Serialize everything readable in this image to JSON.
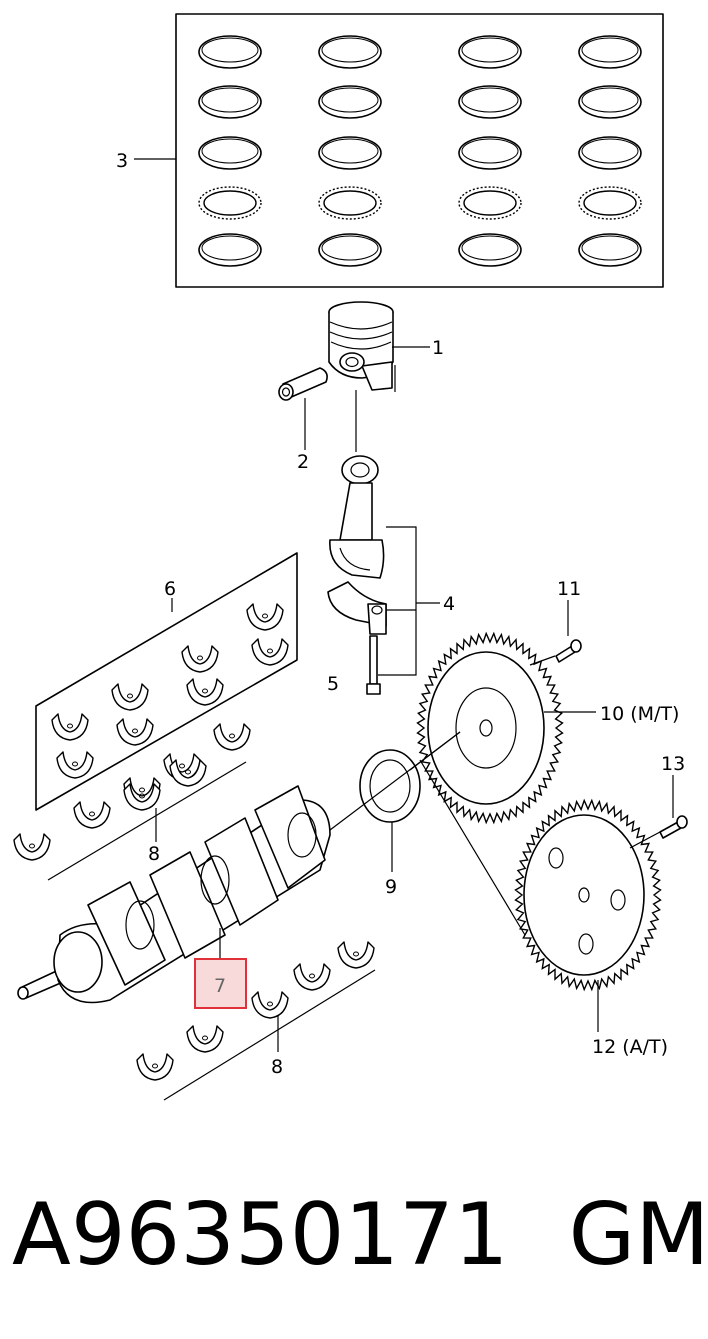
{
  "callouts": {
    "c1": "1",
    "c2": "2",
    "c3": "3",
    "c4": "4",
    "c5": "5",
    "c6": "6",
    "c7": "7",
    "c8a": "8",
    "c8b": "8",
    "c9": "9",
    "c10": "10 (M/T)",
    "c11": "11",
    "c12": "12  (A/T)",
    "c13": "13"
  },
  "highlight_color": "#e0303a",
  "footer": {
    "part_number": "A96350171",
    "brand": "GM"
  }
}
